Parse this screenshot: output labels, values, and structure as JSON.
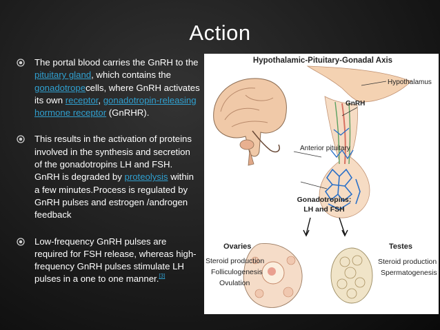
{
  "slide": {
    "title": "Action",
    "bullets": [
      {
        "prefix": "The portal blood carries the GnRH to the ",
        "link1": "pituitary gland",
        "mid1": ", which contains the ",
        "link2": "gonadotrope",
        "mid2": "cells, where GnRH activates its own ",
        "link3": "receptor",
        "mid3": ", ",
        "link4": "gonadotropin-releasing hormone receptor",
        "suffix": " (GnRHR)."
      },
      {
        "prefix": "This results in the activation of proteins involved in the synthesis and secretion of the gonadotropins LH and FSH. GnRH is degraded by ",
        "link1": "proteolysis",
        "suffix": " within a few minutes.Process is regulated by GnRH pulses and estrogen /androgen feedback"
      },
      {
        "text": "Low-frequency GnRH pulses are required for FSH release, whereas high-frequency GnRH pulses stimulate LH pulses in a one to one manner.",
        "citation": "[3]"
      }
    ]
  },
  "figure": {
    "heading": "Hypothalamic-Pituitary-Gonadal Axis",
    "labels": {
      "hypothalamus": "Hypothalamus",
      "gnrh": "GnRH",
      "anterior_pituitary": "Anterior pituitary",
      "gonadotropins_line1": "Gonadotropins:",
      "gonadotropins_line2": "LH and FSH",
      "ovaries": "Ovaries",
      "testes": "Testes",
      "ovary_line1": "Steroid production",
      "ovary_line2": "Folliculogenesis",
      "ovary_line3": "Ovulation",
      "testes_line1": "Steroid production",
      "testes_line2": "Spermatogenesis"
    }
  },
  "colors": {
    "background": "#000000",
    "text": "#ffffff",
    "link": "#30a0d0",
    "bullet": "#d0d0d0",
    "vessels": "#2a70c8",
    "tissue": "#f2c8a0"
  },
  "icons": {
    "bullet": "circle-target-icon"
  }
}
